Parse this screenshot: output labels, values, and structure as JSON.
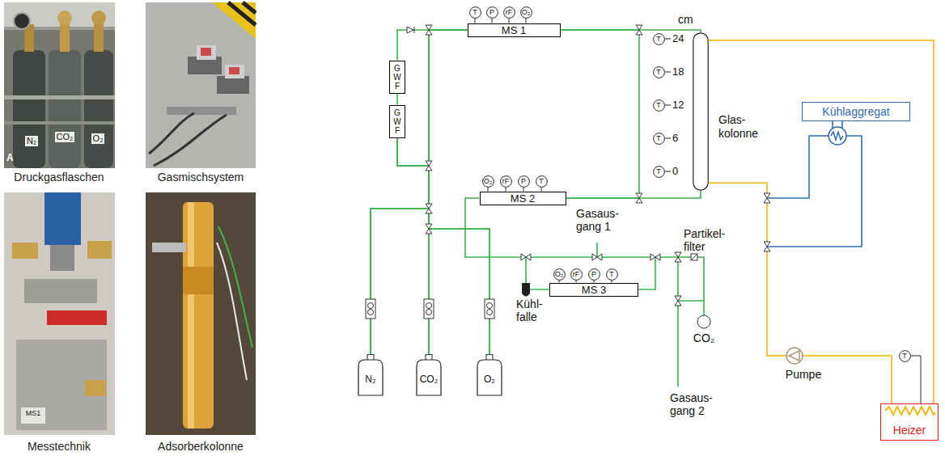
{
  "diagram": {
    "nodes": [
      {
        "text": [
          "MS 1"
        ]
      },
      {
        "text": [
          "T"
        ]
      },
      {
        "text": [
          "P"
        ]
      },
      {
        "text": [
          "rF"
        ]
      },
      {
        "text": [
          "O₂"
        ]
      },
      {
        "text": [
          "G W F"
        ]
      },
      {
        "text": [
          "G W F"
        ]
      },
      {
        "text": [
          "Glas- kolonne"
        ]
      },
      {
        "text": [
          "T"
        ]
      },
      {
        "text": [
          "T"
        ]
      },
      {
        "text": [
          "T"
        ]
      },
      {
        "text": [
          "T"
        ]
      },
      {
        "text": [
          "T"
        ]
      },
      {
        "text": [
          "MS 2"
        ]
      },
      {
        "text": [
          "O₂"
        ]
      },
      {
        "text": [
          "rF"
        ]
      },
      {
        "text": [
          "P"
        ]
      },
      {
        "text": [
          "T"
        ]
      },
      {
        "text": [
          "MS 3"
        ]
      },
      {
        "text": [
          "O₂"
        ]
      },
      {
        "text": [
          "rF"
        ]
      },
      {
        "text": [
          "P"
        ]
      },
      {
        "text": [
          "T"
        ]
      },
      {
        "text": [
          "Kühlaggregat"
        ]
      },
      {
        "text": [
          "Heizer"
        ]
      },
      {
        "text": [
          "T"
        ]
      },
      {
        "text": [
          "N₂"
        ]
      },
      {
        "text": [
          "CO₂"
        ]
      },
      {
        "text": [
          "O₂"
        ]
      }
    ],
    "edges": [
      {
        "from": 1,
        "to": 0,
        "arrow": "none"
      },
      {
        "from": 2,
        "to": 0,
        "arrow": "none"
      },
      {
        "from": 3,
        "to": 0,
        "arrow": "none"
      },
      {
        "from": 4,
        "to": 0,
        "arrow": "none"
      },
      {
        "from": 26,
        "to": 0,
        "arrow": "none"
      },
      {
        "from": 27,
        "to": 0,
        "arrow": "none"
      },
      {
        "from": 28,
        "to": 0,
        "arrow": "none"
      },
      {
        "from": 26,
        "to": 6,
        "arrow": "none"
      },
      {
        "from": 27,
        "to": 6,
        "arrow": "none"
      },
      {
        "from": 28,
        "to": 6,
        "arrow": "none"
      },
      {
        "from": 6,
        "to": 5,
        "arrow": "none"
      },
      {
        "from": 5,
        "to": 0,
        "arrow": "none"
      },
      {
        "from": 0,
        "to": 7,
        "arrow": "none"
      },
      {
        "from": 0,
        "to": 13,
        "arrow": "none"
      },
      {
        "from": 7,
        "to": 13,
        "arrow": "none"
      },
      {
        "from": 14,
        "to": 13,
        "arrow": "none"
      },
      {
        "from": 15,
        "to": 13,
        "arrow": "none"
      },
      {
        "from": 16,
        "to": 13,
        "arrow": "none"
      },
      {
        "from": 17,
        "to": 13,
        "arrow": "none"
      },
      {
        "from": 13,
        "to": 18,
        "arrow": "none"
      },
      {
        "from": 19,
        "to": 18,
        "arrow": "none"
      },
      {
        "from": 20,
        "to": 18,
        "arrow": "none"
      },
      {
        "from": 21,
        "to": 18,
        "arrow": "none"
      },
      {
        "from": 22,
        "to": 18,
        "arrow": "none"
      },
      {
        "from": 7,
        "to": 24,
        "arrow": "none"
      },
      {
        "from": 7,
        "to": 24,
        "arrow": "none"
      },
      {
        "from": 25,
        "to": 24,
        "arrow": "none"
      }
    ],
    "labels": [
      "N₂",
      "CO₂",
      "O₂",
      "A",
      "Druckgasflaschen",
      "Gasmischsystem",
      "MS1",
      "Messtechnik",
      "Adsorberkolonne",
      "cm",
      "24",
      "18",
      "12",
      "6",
      "0",
      "Gasaus- gang 1",
      "Partikel- filter",
      "Kühl- falle",
      "CO₂",
      "Gasaus- gang 2",
      "Pumpe"
    ]
  }
}
